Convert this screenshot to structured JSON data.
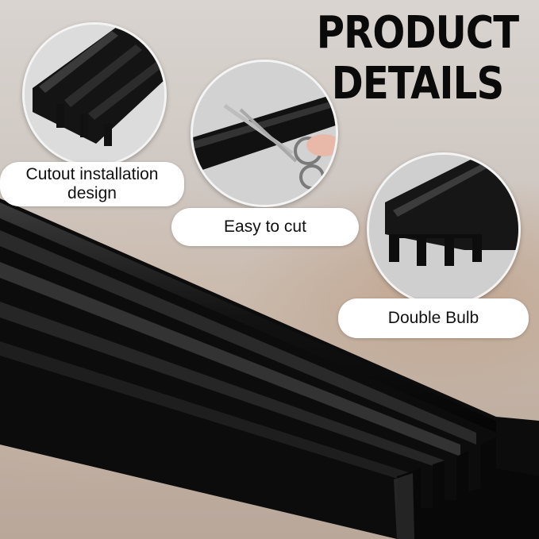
{
  "header": {
    "title_line1": "PRODUCT",
    "title_line2": "DETAILS"
  },
  "features": [
    {
      "label": "Cutout installation design"
    },
    {
      "label": "Easy to cut"
    },
    {
      "label": "Double Bulb"
    }
  ],
  "colors": {
    "strip": "#101010",
    "label_bg": "#ffffff",
    "title": "#0a0a0a"
  }
}
